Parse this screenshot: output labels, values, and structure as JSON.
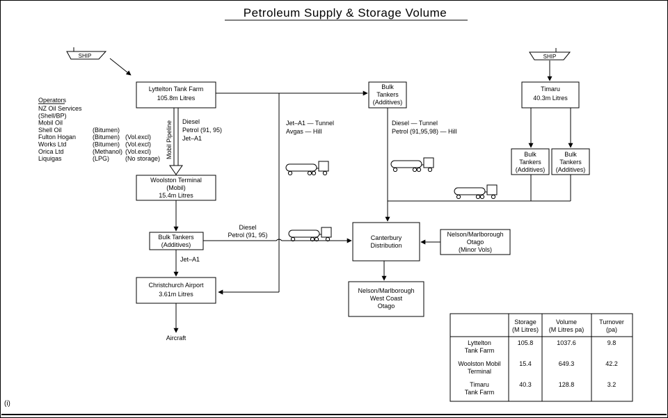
{
  "title": "Petroleum Supply & Storage Volume",
  "corner_label": "(i)",
  "ships": {
    "left": "SHIP",
    "right": "SHIP"
  },
  "operators": {
    "heading": "Operators",
    "lines": [
      {
        "name": "NZ Oil Services",
        "product": "",
        "note": ""
      },
      {
        "name": "(Shell/BP)",
        "product": "",
        "note": ""
      },
      {
        "name": "Mobil Oil",
        "product": "",
        "note": ""
      },
      {
        "name": "Shell Oil",
        "product": "(Bitumen)",
        "note": ""
      },
      {
        "name": "Fulton Hogan",
        "product": "(Bitumen)",
        "note": "(Vol.excl)"
      },
      {
        "name": "Works Ltd",
        "product": "(Bitumen)",
        "note": "(Vol.excl)"
      },
      {
        "name": "Orica Ltd",
        "product": "(Methanol)",
        "note": "(Vol.excl)"
      },
      {
        "name": "Liquigas",
        "product": "(LPG)",
        "note": "(No storage)"
      }
    ]
  },
  "boxes": {
    "lyttelton": [
      "Lyttelton Tank Farm",
      "105.8m  Litres"
    ],
    "woolston": [
      "Woolston Terminal",
      "(Mobil)",
      "15.4m  Litres"
    ],
    "bulk_left": [
      "Bulk Tankers",
      "(Additives)"
    ],
    "airport": [
      "Christchurch Airport",
      "3.61m  Litres"
    ],
    "bulk_top": [
      "Bulk",
      "Tankers",
      "(Additives)"
    ],
    "timaru": [
      "Timaru",
      "40.3m  Litres"
    ],
    "bulk_r1": [
      "Bulk",
      "Tankers",
      "(Additives)"
    ],
    "bulk_r2": [
      "Bulk",
      "Tankers",
      "(Additives)"
    ],
    "canterbury": [
      "Canterbury",
      "Distribution"
    ],
    "nelson_in": [
      "Nelson/Marlborough",
      "Otago",
      "(Minor Vols)"
    ],
    "nelson_out": [
      "Nelson/Marlborough",
      "West  Coast",
      "Otago"
    ]
  },
  "labels": {
    "mobil_pipeline": "Mobil  Pipeline",
    "pipeline_products": [
      "Diesel",
      "Petrol  (91,  95)",
      "Jet–A1"
    ],
    "jet_tunnel": "Jet–A1  —  Tunnel",
    "avgas_hill": "Avgas  —  Hill",
    "diesel_tunnel": "Diesel  —  Tunnel",
    "petrol_hill": "Petrol  (91,95,98)  —  Hill",
    "diesel": "Diesel",
    "petrol_9195": "Petrol  (91,  95)",
    "jet_a1": "Jet–A1",
    "aircraft": "Aircraft"
  },
  "table": {
    "headers": [
      [
        "Storage",
        "(M  Litres)"
      ],
      [
        "Volume",
        "(M  Litres  pa)"
      ],
      [
        "Turnover",
        "(pa)"
      ]
    ],
    "rows": [
      {
        "name": [
          "Lyttelton",
          "Tank Farm"
        ],
        "storage": "105.8",
        "volume": "1037.6",
        "turnover": "9.8"
      },
      {
        "name": [
          "Woolston Mobil",
          "Terminal"
        ],
        "storage": "15.4",
        "volume": "649.3",
        "turnover": "42.2"
      },
      {
        "name": [
          "Timaru",
          "Tank Farm"
        ],
        "storage": "40.3",
        "volume": "128.8",
        "turnover": "3.2"
      }
    ]
  }
}
